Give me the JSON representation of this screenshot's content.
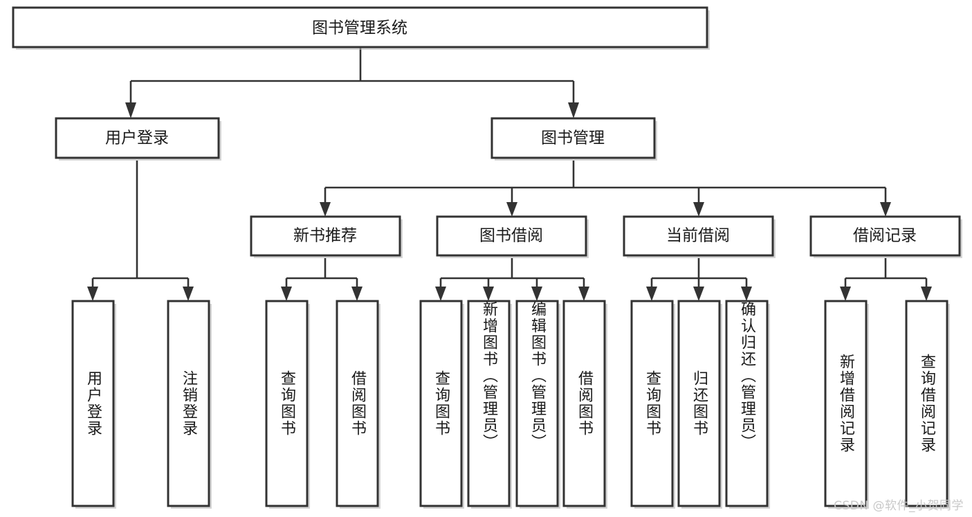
{
  "diagram": {
    "title": "图书管理系统",
    "watermark": "CSDN @软件_小贺同学",
    "colors": {
      "stroke": "#333333",
      "fill": "#ffffff",
      "text": "#1a1a1a",
      "watermark": "#c8c8c8"
    },
    "levels": {
      "root": {
        "label": "图书管理系统"
      },
      "level2": [
        {
          "label": "用户登录"
        },
        {
          "label": "图书管理"
        }
      ],
      "level3": [
        {
          "label": "新书推荐"
        },
        {
          "label": "图书借阅"
        },
        {
          "label": "当前借阅"
        },
        {
          "label": "借阅记录"
        }
      ],
      "leaves": {
        "user_login": [
          {
            "label": "用户登录"
          },
          {
            "label": "注销登录"
          }
        ],
        "new_book_recommend": [
          {
            "label": "查询图书"
          },
          {
            "label": "借阅图书"
          }
        ],
        "book_borrow": [
          {
            "label": "查询图书"
          },
          {
            "label": "新增图书（管理员）"
          },
          {
            "label": "编辑图书（管理员）"
          },
          {
            "label": "借阅图书"
          }
        ],
        "current_borrow": [
          {
            "label": "查询图书"
          },
          {
            "label": "归还图书"
          },
          {
            "label": "确认归还（管理员）"
          }
        ],
        "borrow_record": [
          {
            "label": "新增借阅记录"
          },
          {
            "label": "查询借阅记录"
          }
        ]
      }
    }
  }
}
